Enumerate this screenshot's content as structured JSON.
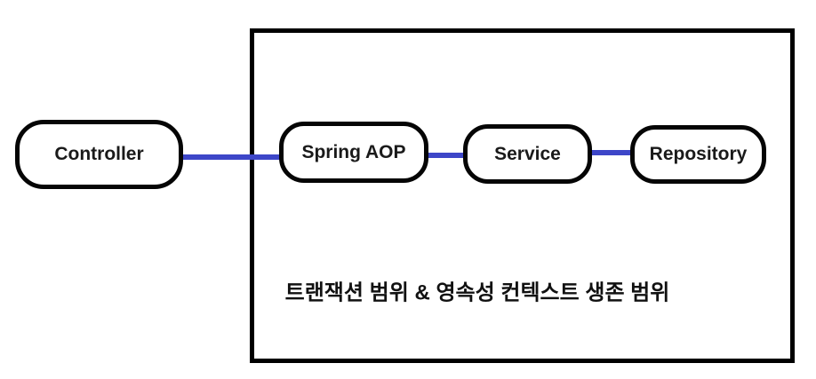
{
  "diagram": {
    "scope_label": "트랜잭션 범위 & 영속성 컨텍스트 생존 범위",
    "nodes": [
      {
        "id": "controller",
        "label": "Controller"
      },
      {
        "id": "spring-aop",
        "label": "Spring AOP"
      },
      {
        "id": "service",
        "label": "Service"
      },
      {
        "id": "repository",
        "label": "Repository"
      }
    ],
    "connections": [
      {
        "from": "controller",
        "to": "spring-aop"
      },
      {
        "from": "spring-aop",
        "to": "service"
      },
      {
        "from": "service",
        "to": "repository"
      }
    ],
    "colors": {
      "connector": "#3d46c8",
      "node_border": "#050505",
      "outer_border": "#000000",
      "background": "#ffffff"
    }
  }
}
